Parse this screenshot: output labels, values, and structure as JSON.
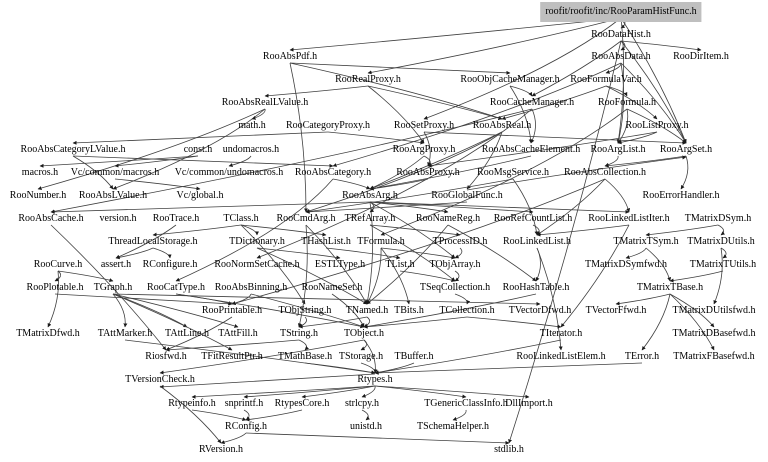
{
  "graph_title": "roofit/roofit/inc/RooParamHistFunc.h",
  "colors": {
    "root_fill": "#bfbfbf",
    "edge": "#404040",
    "background": "#ffffff"
  },
  "nodes": [
    "roofit/roofit/inc/RooParamHistFunc.h",
    "RooDataHist.h",
    "RooAbsPdf.h",
    "RooAbsData.h",
    "RooDirItem.h",
    "RooRealProxy.h",
    "RooObjCacheManager.h",
    "RooFormulaVar.h",
    "RooAbsRealLValue.h",
    "RooCacheManager.h",
    "RooFormula.h",
    "math.h",
    "RooCategoryProxy.h",
    "RooSetProxy.h",
    "RooAbsReal.h",
    "RooListProxy.h",
    "RooAbsCategoryLValue.h",
    "const.h",
    "undomacros.h",
    "RooArgProxy.h",
    "RooAbsCacheElement.h",
    "RooArgList.h",
    "RooArgSet.h",
    "macros.h",
    "Vc/common/macros.h",
    "Vc/common/undomacros.h",
    "RooAbsCategory.h",
    "RooAbsProxy.h",
    "RooMsgService.h",
    "RooAbsCollection.h",
    "RooNumber.h",
    "RooAbsLValue.h",
    "Vc/global.h",
    "RooAbsArg.h",
    "RooGlobalFunc.h",
    "RooErrorHandler.h",
    "RooAbsCache.h",
    "version.h",
    "RooTrace.h",
    "TClass.h",
    "RooCmdArg.h",
    "TRefArray.h",
    "RooNameReg.h",
    "RooRefCountList.h",
    "RooLinkedListIter.h",
    "TMatrixDSym.h",
    "ThreadLocalStorage.h",
    "TDictionary.h",
    "THashList.h",
    "TFormula.h",
    "TProcessID.h",
    "RooLinkedList.h",
    "TMatrixTSym.h",
    "TMatrixDUtils.h",
    "RooCurve.h",
    "assert.h",
    "RConfigure.h",
    "RooNormSetCache.h",
    "ESTLType.h",
    "TList.h",
    "TObjArray.h",
    "TMatrixDSymfwd.h",
    "TMatrixTUtils.h",
    "RooPlotable.h",
    "TGraph.h",
    "RooCatType.h",
    "RooAbsBinning.h",
    "RooNameSet.h",
    "TSeqCollection.h",
    "RooHashTable.h",
    "TMatrixTBase.h",
    "RooPrintable.h",
    "TObjString.h",
    "TNamed.h",
    "TBits.h",
    "TCollection.h",
    "TVectorDfwd.h",
    "TVectorFfwd.h",
    "TMatrixDUtilsfwd.h",
    "TMatrixDfwd.h",
    "TAttMarker.h",
    "TAttLine.h",
    "TAttFill.h",
    "TString.h",
    "TObject.h",
    "TIterator.h",
    "TMatrixDBasefwd.h",
    "Riosfwd.h",
    "TFitResultPtr.h",
    "TMathBase.h",
    "TStorage.h",
    "TBuffer.h",
    "RooLinkedListElem.h",
    "TError.h",
    "TMatrixFBasefwd.h",
    "TVersionCheck.h",
    "Rtypes.h",
    "Rtypeinfo.h",
    "snprintf.h",
    "RtypesCore.h",
    "strlcpy.h",
    "TGenericClassInfo.h",
    "DllImport.h",
    "RConfig.h",
    "unistd.h",
    "TSchemaHelper.h",
    "RVersion.h",
    "stdlib.h"
  ],
  "edges": [
    [
      0,
      1
    ],
    [
      0,
      2
    ],
    [
      0,
      5
    ],
    [
      0,
      13
    ],
    [
      0,
      22
    ],
    [
      0,
      21
    ],
    [
      1,
      3
    ],
    [
      1,
      4
    ],
    [
      1,
      22
    ],
    [
      1,
      9
    ],
    [
      1,
      107
    ],
    [
      3,
      7
    ],
    [
      3,
      22
    ],
    [
      3,
      21
    ],
    [
      3,
      26
    ],
    [
      2,
      14
    ],
    [
      2,
      6
    ],
    [
      2,
      40
    ],
    [
      5,
      14
    ],
    [
      5,
      19
    ],
    [
      5,
      8
    ],
    [
      6,
      9
    ],
    [
      6,
      20
    ],
    [
      7,
      10
    ],
    [
      7,
      14
    ],
    [
      7,
      15
    ],
    [
      8,
      31
    ],
    [
      8,
      30
    ],
    [
      8,
      11
    ],
    [
      9,
      36
    ],
    [
      9,
      57
    ],
    [
      9,
      20
    ],
    [
      10,
      21
    ],
    [
      10,
      22
    ],
    [
      10,
      49
    ],
    [
      12,
      16
    ],
    [
      12,
      19
    ],
    [
      13,
      22
    ],
    [
      13,
      27
    ],
    [
      14,
      33
    ],
    [
      14,
      40
    ],
    [
      14,
      34
    ],
    [
      15,
      21
    ],
    [
      15,
      27
    ],
    [
      16,
      26
    ],
    [
      16,
      31
    ],
    [
      17,
      23
    ],
    [
      17,
      24
    ],
    [
      18,
      25
    ],
    [
      19,
      27
    ],
    [
      19,
      33
    ],
    [
      20,
      33
    ],
    [
      21,
      29
    ],
    [
      22,
      29
    ],
    [
      22,
      35
    ],
    [
      24,
      32
    ],
    [
      26,
      33
    ],
    [
      26,
      65
    ],
    [
      27,
      33
    ],
    [
      28,
      40
    ],
    [
      28,
      51
    ],
    [
      29,
      51
    ],
    [
      29,
      44
    ],
    [
      29,
      71
    ],
    [
      33,
      73
    ],
    [
      33,
      60
    ],
    [
      33,
      41
    ],
    [
      33,
      42
    ],
    [
      33,
      43
    ],
    [
      33,
      36
    ],
    [
      33,
      44
    ],
    [
      34,
      40
    ],
    [
      34,
      22
    ],
    [
      36,
      87
    ],
    [
      38,
      55
    ],
    [
      39,
      47
    ],
    [
      39,
      48
    ],
    [
      39,
      72
    ],
    [
      39,
      46
    ],
    [
      40,
      73
    ],
    [
      40,
      83
    ],
    [
      41,
      50
    ],
    [
      41,
      68
    ],
    [
      42,
      73
    ],
    [
      42,
      69
    ],
    [
      43,
      51
    ],
    [
      44,
      85
    ],
    [
      44,
      51
    ],
    [
      45,
      52
    ],
    [
      45,
      53
    ],
    [
      46,
      56
    ],
    [
      46,
      55
    ],
    [
      47,
      73
    ],
    [
      47,
      58
    ],
    [
      48,
      59
    ],
    [
      49,
      73
    ],
    [
      49,
      74
    ],
    [
      49,
      60
    ],
    [
      50,
      60
    ],
    [
      51,
      69
    ],
    [
      51,
      92
    ],
    [
      52,
      70
    ],
    [
      52,
      61
    ],
    [
      53,
      62
    ],
    [
      53,
      78
    ],
    [
      54,
      63
    ],
    [
      54,
      64
    ],
    [
      54,
      79
    ],
    [
      59,
      68
    ],
    [
      60,
      68
    ],
    [
      62,
      70
    ],
    [
      63,
      71
    ],
    [
      64,
      80
    ],
    [
      64,
      81
    ],
    [
      64,
      82
    ],
    [
      64,
      76
    ],
    [
      64,
      88
    ],
    [
      65,
      71
    ],
    [
      65,
      84
    ],
    [
      66,
      84
    ],
    [
      66,
      71
    ],
    [
      67,
      84
    ],
    [
      68,
      75
    ],
    [
      69,
      84
    ],
    [
      70,
      86
    ],
    [
      70,
      94
    ],
    [
      70,
      93
    ],
    [
      70,
      77
    ],
    [
      71,
      87
    ],
    [
      72,
      83
    ],
    [
      73,
      83
    ],
    [
      73,
      84
    ],
    [
      75,
      84
    ],
    [
      75,
      85
    ],
    [
      80,
      96
    ],
    [
      83,
      89
    ],
    [
      83,
      87
    ],
    [
      84,
      90
    ],
    [
      84,
      96
    ],
    [
      84,
      95
    ],
    [
      90,
      96
    ],
    [
      91,
      96
    ],
    [
      93,
      96
    ],
    [
      85,
      96
    ],
    [
      89,
      96
    ],
    [
      96,
      97
    ],
    [
      96,
      98
    ],
    [
      96,
      99
    ],
    [
      96,
      100
    ],
    [
      96,
      101
    ],
    [
      96,
      102
    ],
    [
      96,
      95
    ],
    [
      100,
      104
    ],
    [
      97,
      103
    ],
    [
      98,
      103
    ],
    [
      99,
      103
    ],
    [
      101,
      105
    ],
    [
      95,
      106
    ],
    [
      103,
      106
    ],
    [
      103,
      107
    ]
  ]
}
